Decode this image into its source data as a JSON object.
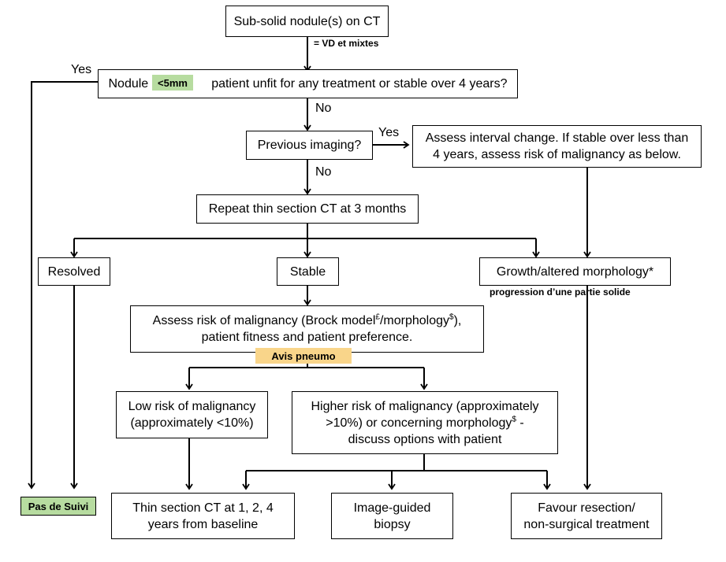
{
  "boxes": {
    "subsolid": "Sub-solid nodule(s) on CT",
    "nodule_prefix": "Nodule",
    "nodule_suffix": "patient unfit for any treatment or stable over 4 years?",
    "previous_imaging": "Previous imaging?",
    "assess_interval_line1": "Assess interval change. If stable over less than",
    "assess_interval_line2": "4 years,  assess risk of malignancy as below.",
    "repeat_ct": "Repeat thin section CT at 3 months",
    "resolved": "Resolved",
    "stable": "Stable",
    "growth": "Growth/altered morphology*",
    "assess_risk_line1_a": "Assess risk  of malignancy (Brock  model",
    "assess_risk_sup1": "£",
    "assess_risk_line1_b": "/morphology",
    "assess_risk_sup2": "$",
    "assess_risk_line1_c": "),",
    "assess_risk_line2": "patient fitness and patient preference.",
    "low_risk_line1": "Low risk of malignancy",
    "low_risk_line2": "(approximately <10%)",
    "higher_risk_line1": "Higher risk of malignancy (approximately",
    "higher_risk_line2_a": ">10%) or concerning morphology",
    "higher_risk_sup": "$",
    "higher_risk_line2_b": " -",
    "higher_risk_line3": "discuss options with patient",
    "thin_ct_line1": "Thin section CT at 1, 2, 4",
    "thin_ct_line2": "years from baseline",
    "biopsy_line1": "Image-guided",
    "biopsy_line2": "biopsy",
    "resection_line1": "Favour resection/",
    "resection_line2": "non-surgical treatment"
  },
  "edge_labels": {
    "yes_left": "Yes",
    "no_1": "No",
    "yes_right": "Yes",
    "no_2": "No"
  },
  "annotations": {
    "vd_mixtes": "= VD et mixtes",
    "lt5mm": "<5mm",
    "progression": "progression d’une partie solide",
    "avis_pneumo": "Avis pneumo",
    "pas_de_suivi": "Pas de Suivi"
  },
  "colors": {
    "green_tag": "#b7dca0",
    "orange_tag": "#f9d58a"
  }
}
